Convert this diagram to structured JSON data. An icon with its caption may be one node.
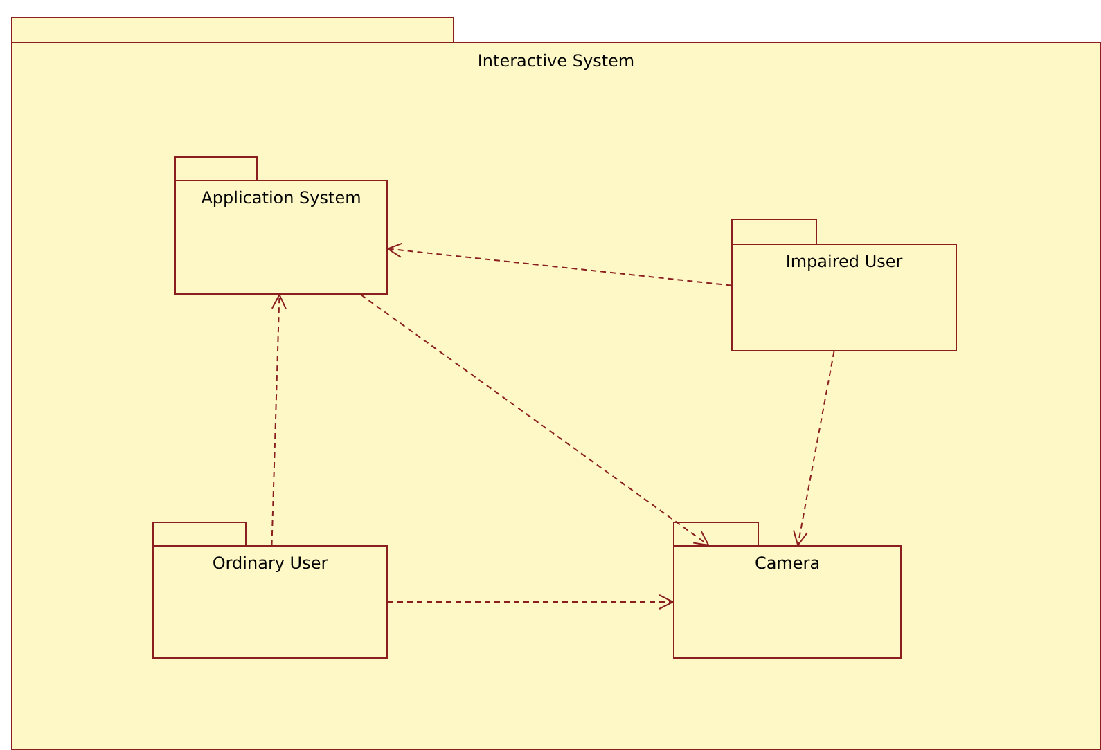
{
  "diagram": {
    "nodes": [
      {
        "text": [
          "Interactive System"
        ]
      },
      {
        "text": [
          "Application System"
        ],
        "in": 0
      },
      {
        "text": [
          "Impaired User"
        ],
        "in": 0
      },
      {
        "text": [
          "Ordinary User"
        ],
        "in": 0
      },
      {
        "text": [
          "Camera"
        ],
        "in": 0
      }
    ],
    "edges": [
      {
        "from": 2,
        "to": 1,
        "arrow": "to",
        "style": "dashed"
      },
      {
        "from": 1,
        "to": 4,
        "arrow": "to",
        "style": "dashed"
      },
      {
        "from": 2,
        "to": 4,
        "arrow": "to",
        "style": "dashed"
      },
      {
        "from": 3,
        "to": 1,
        "arrow": "to",
        "style": "dashed"
      },
      {
        "from": 3,
        "to": 4,
        "arrow": "to",
        "style": "dashed"
      }
    ]
  }
}
